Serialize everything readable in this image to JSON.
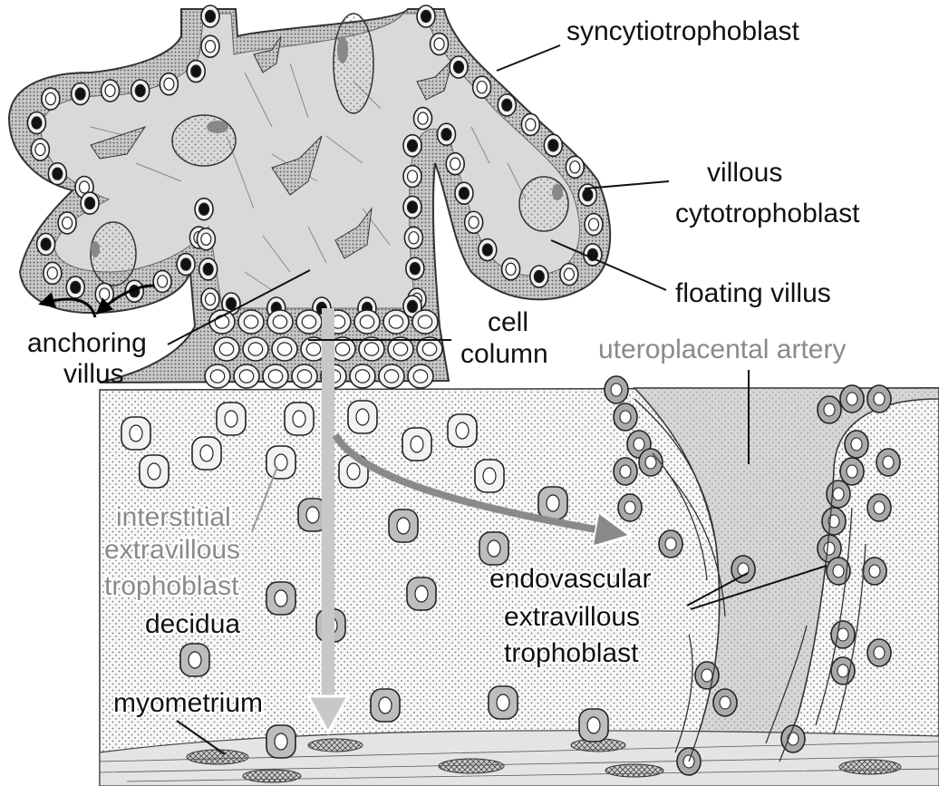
{
  "labels": {
    "syncytiotrophoblast": "syncytiotrophoblast",
    "villous_line1": "villous",
    "villous_line2": "cytotrophoblast",
    "floating_villus": "floating villus",
    "anchoring_line1": "anchoring",
    "anchoring_line2": "villus",
    "cell_line1": "cell",
    "cell_line2": "column",
    "uteroplacental_artery": "uteroplacental artery",
    "interstitial_line1": "interstitial",
    "interstitial_line2": "extravillous",
    "interstitial_line3": "trophoblast",
    "decidua": "decidua",
    "myometrium": "myometrium",
    "endovascular_line1": "endovascular",
    "endovascular_line2": "extravillous",
    "endovascular_line3": "trophoblast"
  },
  "colors": {
    "villus_core": "#d7d7d7",
    "syncytium": "#c9c9c9",
    "decidua_bg": "#f7f7f7",
    "artery_lumen": "#cfcfcf",
    "nucleus": "#111111",
    "arrow_invasion": "#c8c8c8",
    "arrow_endovascular": "#8a8a8a",
    "label_gray": "#8a8a8a"
  }
}
